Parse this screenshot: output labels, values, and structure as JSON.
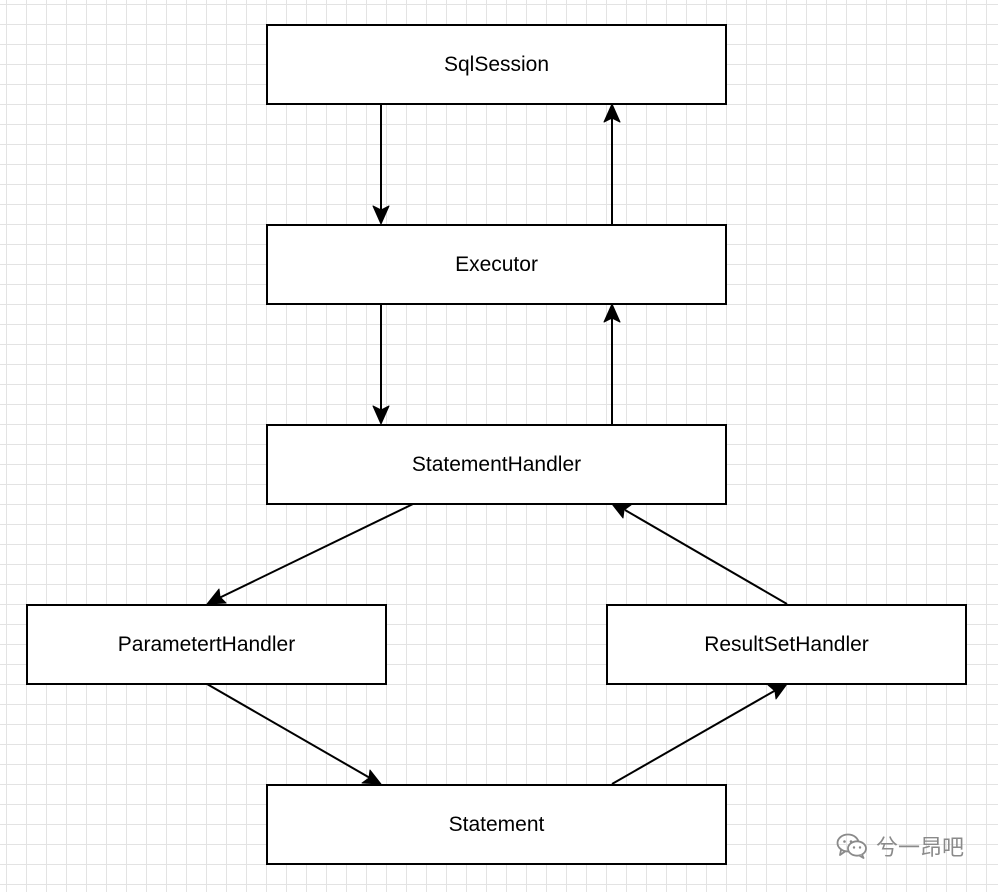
{
  "nodes": {
    "sqlsession": "SqlSession",
    "executor": "Executor",
    "statementhandler": "StatementHandler",
    "parameterhandler": "ParametertHandler",
    "resultsethandler": "ResultSetHandler",
    "statement": "Statement"
  },
  "watermark": {
    "icon": "wechat-icon",
    "text": "兮一昂吧"
  }
}
